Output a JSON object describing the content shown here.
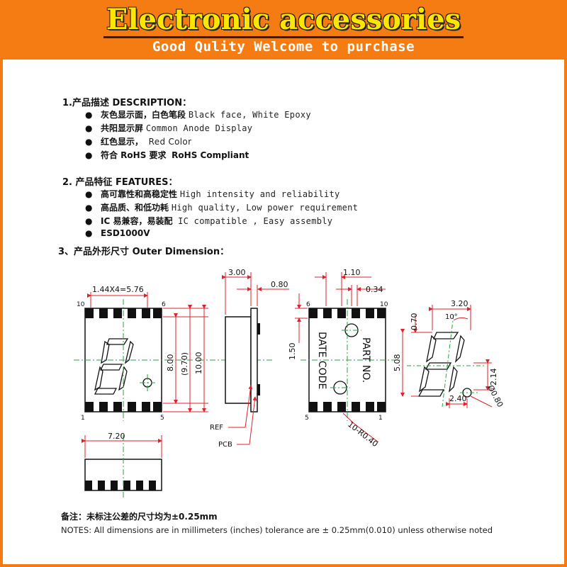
{
  "banner": {
    "title": "Electronic accessories",
    "subtitle": "Good Qulity Welcome to purchase"
  },
  "colors": {
    "frame": "#f57c12",
    "title": "#ffe600",
    "dimension_lines": "#e0202a",
    "center_lines": "#1faa3c",
    "outline": "#111111"
  },
  "description": {
    "title": "1.产品描述 DESCRIPTION：",
    "items": [
      {
        "cn": "灰色显示面，白色笔段",
        "en": "Black face, White  Epoxy"
      },
      {
        "cn": "共阳显示屏",
        "en": "Common Anode Display"
      },
      {
        "cn": "红色显示，",
        "en": "Red      Color"
      },
      {
        "cn": "符合 RoHS 要求",
        "en": "RoHS Compliant"
      }
    ]
  },
  "features": {
    "title": "2. 产品特征 FEATURES：",
    "items": [
      {
        "cn": "高可靠性和高稳定性",
        "en": "High intensity and reliability"
      },
      {
        "cn": "高品质、和低功耗",
        "en": "High quality, Low power requirement"
      },
      {
        "cn": "IC 易兼容，易装配",
        "en": "IC compatible , Easy assembly"
      },
      {
        "cn": "ESD1000V",
        "en": ""
      }
    ]
  },
  "outer": {
    "title": "3、产品外形尺寸 Outer Dimension："
  },
  "drawing": {
    "front": {
      "pitch": "1.44X4=5.76",
      "pin_top_left": "10",
      "pin_top_right": "6",
      "pin_bottom_left": "1",
      "pin_bottom_right": "5",
      "dim_inner": "8.00",
      "dim_mid": "(9.70)",
      "dim_outer": "10.00"
    },
    "side": {
      "width": "3.00",
      "step": "0.80",
      "ref": "REF",
      "pcb": "PCB"
    },
    "back": {
      "top_pitch": "1.10",
      "top_gap": "0.34",
      "pin_top_left": "6",
      "pin_top_right": "10",
      "pin_bottom_left": "5",
      "pin_bottom_right": "1",
      "left_dim": "1.50",
      "date_code": "DATE CODE",
      "part_no": "PART NO.",
      "radius": "10-R0.40"
    },
    "segment": {
      "width": "3.20",
      "angle": "10°",
      "top": "0.70",
      "height": "5.08",
      "seg_h": "2.14",
      "dp_offset": "2.40",
      "dp_dia": "Ø0.80"
    },
    "bottom": {
      "width": "7.20"
    }
  },
  "notes": {
    "cn": "备注：未标注公差的尺寸均为±0.25mm",
    "en": "NOTES: All dimensions are in millimeters (inches) tolerance are ± 0.25mm(0.010) unless otherwise noted"
  }
}
